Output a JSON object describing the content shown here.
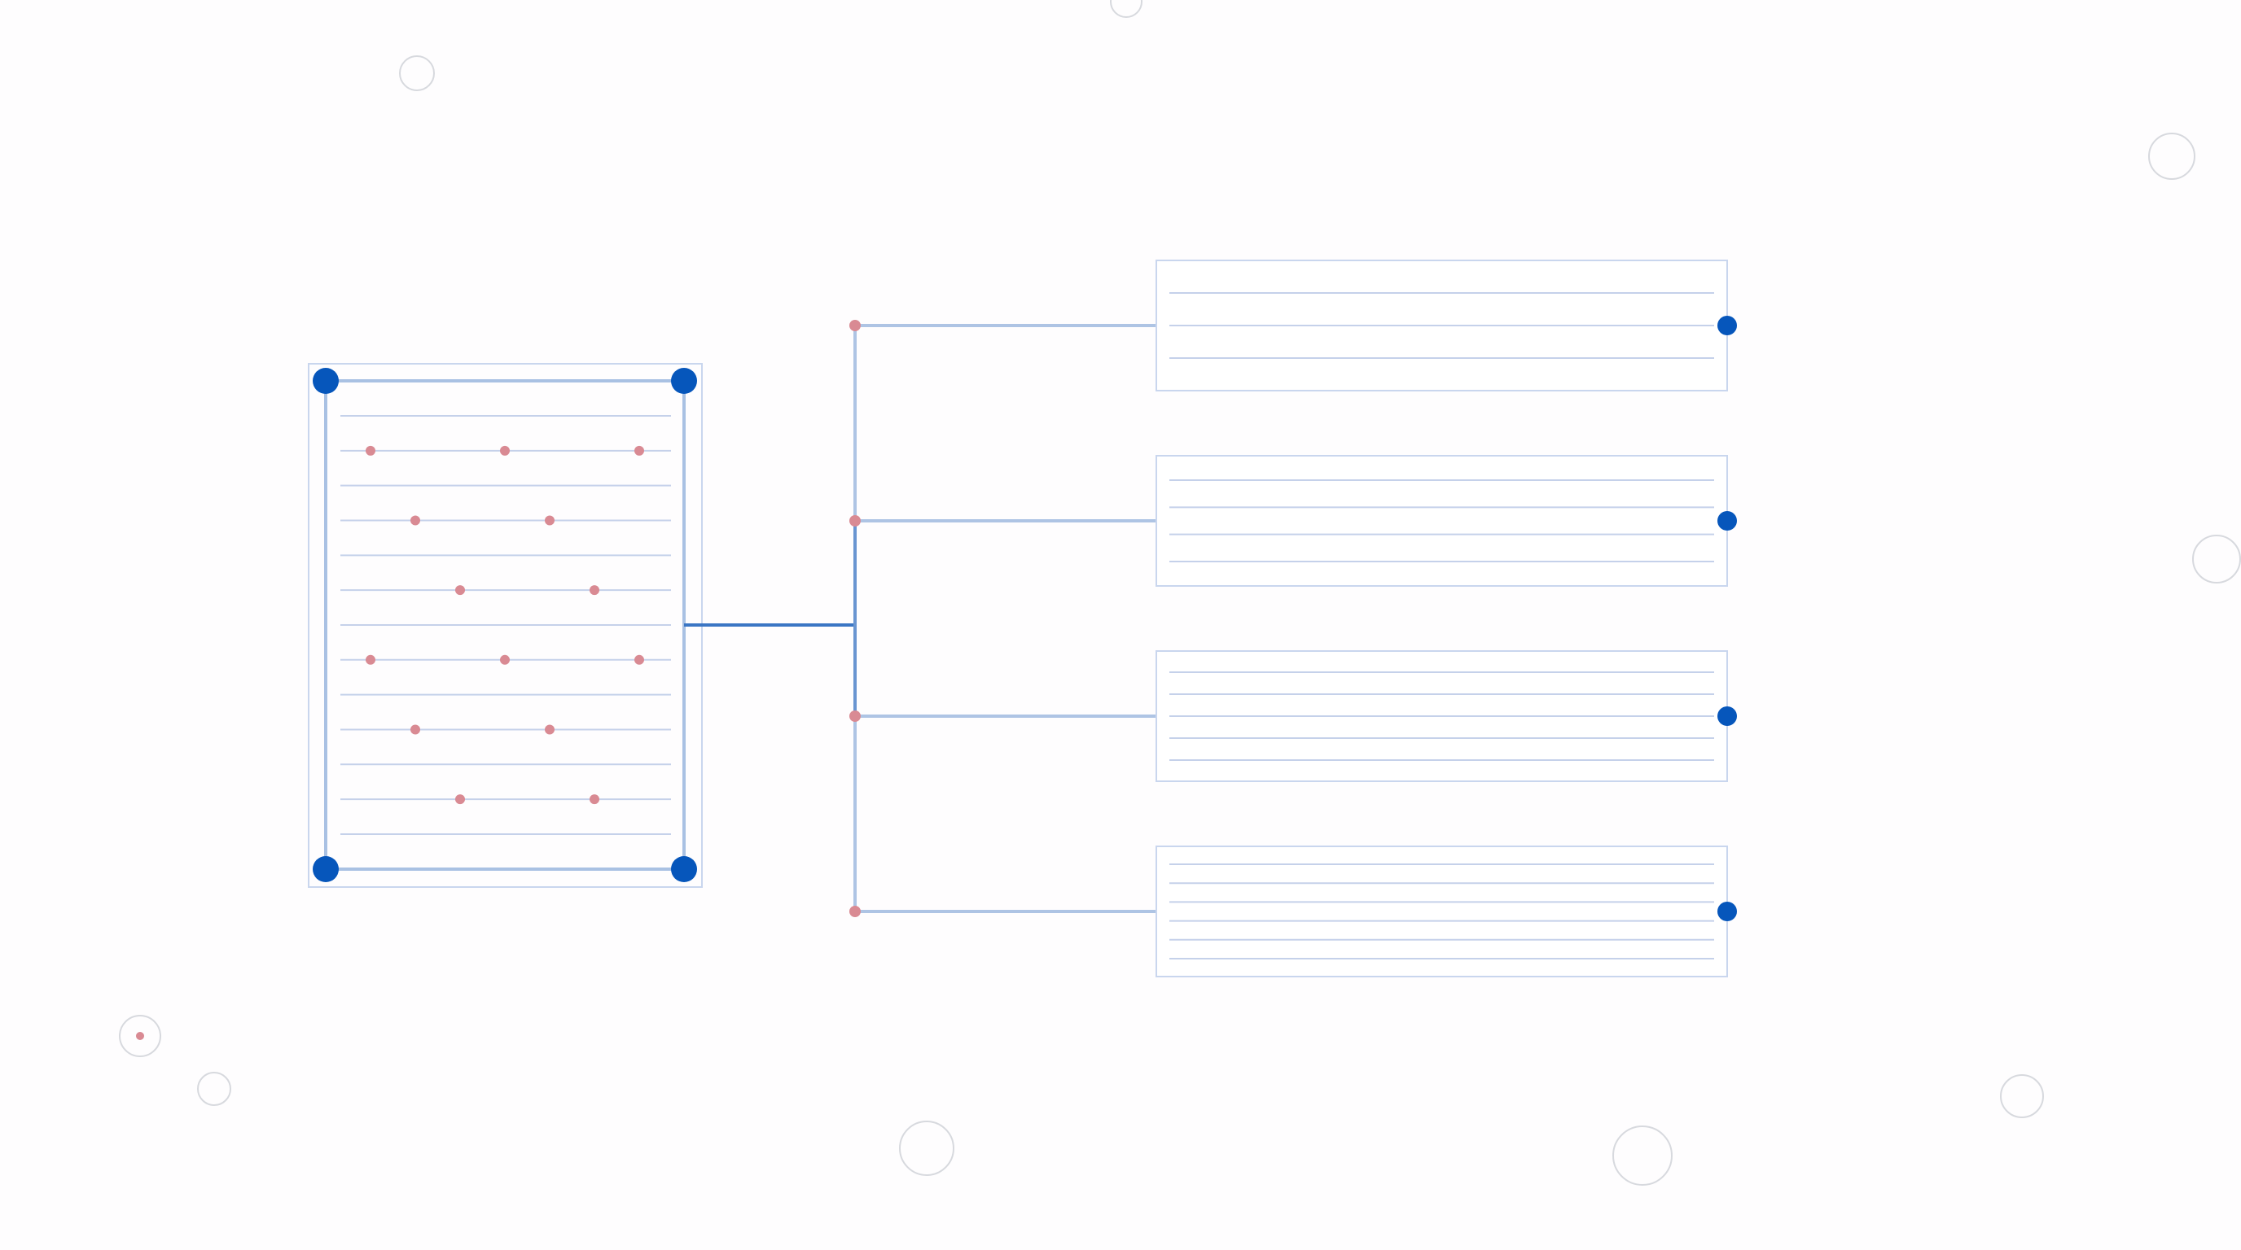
{
  "colors": {
    "background": "#fefdfe",
    "frame_stroke": "#c9d6ee",
    "rule_line": "#c5d1ea",
    "border_line": "#a9c1e3",
    "trunk_line": "#3b76c4",
    "branch_line": "#aec4e4",
    "node_fill": "#0656bb",
    "tick_fill": "#d98a93",
    "bubble_stroke": "#d7d9de"
  },
  "icons": {
    "node": "filled-circle",
    "tick": "small-dot",
    "bubble": "outline-circle"
  },
  "source_document": {
    "rule_count": 13,
    "rows_with_dots": [
      {
        "row": 2,
        "dots": 3,
        "pattern": "a"
      },
      {
        "row": 4,
        "dots": 2,
        "pattern": "b"
      },
      {
        "row": 6,
        "dots": 2,
        "pattern": "c"
      },
      {
        "row": 8,
        "dots": 3,
        "pattern": "a"
      },
      {
        "row": 10,
        "dots": 2,
        "pattern": "b"
      },
      {
        "row": 12,
        "dots": 2,
        "pattern": "c"
      }
    ]
  },
  "output_blocks": [
    {
      "id": "block-1",
      "lines": 3
    },
    {
      "id": "block-2",
      "lines": 4
    },
    {
      "id": "block-3",
      "lines": 5
    },
    {
      "id": "block-4",
      "lines": 6
    }
  ]
}
